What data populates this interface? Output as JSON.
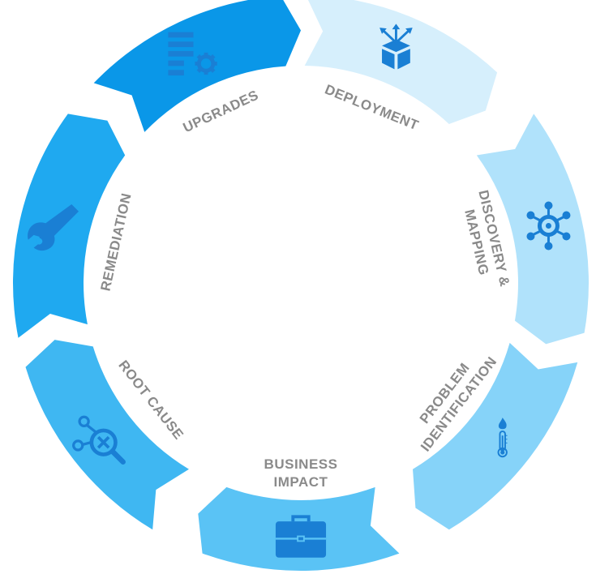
{
  "segments": [
    {
      "label_lines": [
        "DEPLOYMENT"
      ],
      "icon": "deployment-box-icon",
      "color": "#d6effc",
      "icon_color": "#1a7fd4"
    },
    {
      "label_lines": [
        "DISCOVERY &",
        "MAPPING"
      ],
      "icon": "network-hub-icon",
      "color": "#b0e2fb",
      "icon_color": "#1a7fd4"
    },
    {
      "label_lines": [
        "PROBLEM",
        "IDENTIFICATION"
      ],
      "icon": "thermometer-flame-icon",
      "color": "#86d3f9",
      "icon_color": "#1a7fd4"
    },
    {
      "label_lines": [
        "BUSINESS",
        "IMPACT"
      ],
      "icon": "briefcase-icon",
      "color": "#5ac3f5",
      "icon_color": "#1a7fd4"
    },
    {
      "label_lines": [
        "ROOT CAUSE"
      ],
      "icon": "root-cause-search-icon",
      "color": "#3fb7f2",
      "icon_color": "#1a7fd4"
    },
    {
      "label_lines": [
        "REMEDIATION"
      ],
      "icon": "wrench-icon",
      "color": "#1fa9f0",
      "icon_color": "#1a7fd4"
    },
    {
      "label_lines": [
        "UPGRADES"
      ],
      "icon": "list-gear-icon",
      "color": "#0a97e8",
      "icon_color": "#1a7fd4"
    }
  ]
}
